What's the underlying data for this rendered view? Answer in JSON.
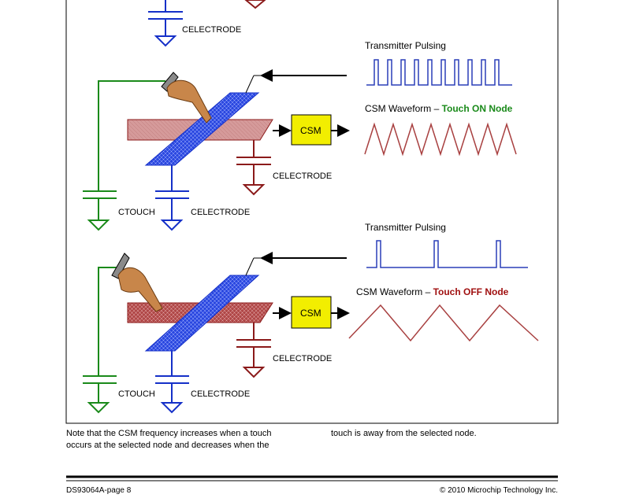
{
  "figure": {
    "top_panel": {
      "transmitter_label": "Transmitter Pulsing",
      "csm_waveform_prefix": "CSM Waveform – ",
      "csm_waveform_state": "Touch ON Node",
      "csm_block_label": "CSM",
      "c_electrode_left": "CELECTRODE",
      "c_electrode_right": "CELECTRODE",
      "c_touch": "CTOUCH"
    },
    "bottom_panel": {
      "transmitter_label": "Transmitter Pulsing",
      "csm_waveform_prefix": "CSM Waveform – ",
      "csm_waveform_state": "Touch OFF Node",
      "csm_block_label": "CSM",
      "c_electrode_left": "CELECTRODE",
      "c_electrode_right": "CELECTRODE",
      "c_touch": "CTOUCH"
    },
    "top_fragment_label": "CELECTRODE",
    "colors": {
      "green": "#1a8a1a",
      "blue": "#1530c8",
      "darkred": "#8b1a1a",
      "csm_fill": "#f2ee00",
      "state_on": "#1a8a1a",
      "state_off": "#a01010",
      "waveform_blue": "#2a3fb8",
      "waveform_red": "#a84040"
    }
  },
  "body_text": {
    "col1_line1": "Note that the CSM frequency increases when a touch",
    "col1_line2": "occurs at the selected node and decreases when the",
    "col2_line1": "touch is away from the selected node."
  },
  "footer": {
    "doc_id": "DS93064A-page 8",
    "copyright": "© 2010 Microchip Technology Inc."
  }
}
